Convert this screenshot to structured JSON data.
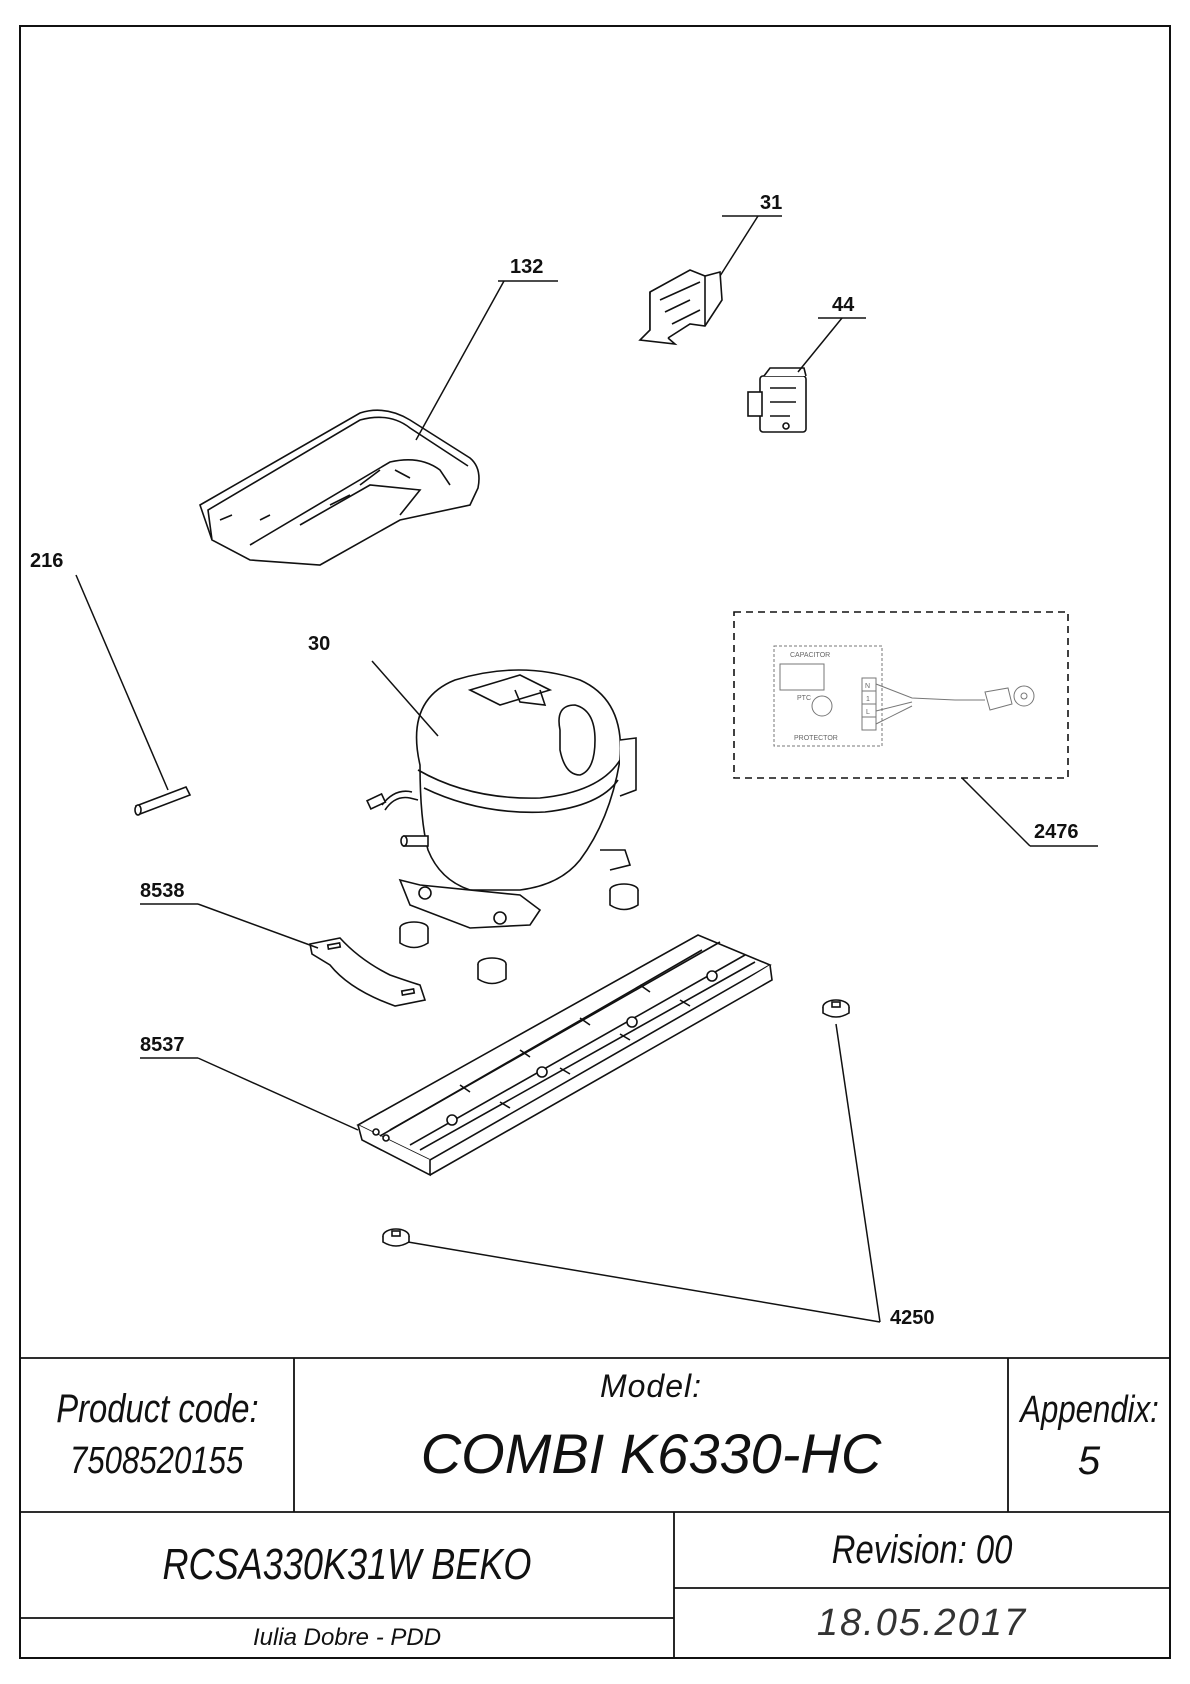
{
  "callouts": [
    {
      "id": "31",
      "text": "31"
    },
    {
      "id": "132",
      "text": "132"
    },
    {
      "id": "44",
      "text": "44"
    },
    {
      "id": "216",
      "text": "216"
    },
    {
      "id": "30",
      "text": "30"
    },
    {
      "id": "2476",
      "text": "2476"
    },
    {
      "id": "8538",
      "text": "8538"
    },
    {
      "id": "8537",
      "text": "8537"
    },
    {
      "id": "4250",
      "text": "4250"
    }
  ],
  "schematic": {
    "capacitor": "CAPACITOR",
    "ptc": "PTC",
    "protector": "PROTECTOR",
    "n": "N",
    "one": "1",
    "l": "L"
  },
  "title_block": {
    "product_code_label": "Product code:",
    "product_code": "7508520155",
    "model_label": "Model:",
    "model": "COMBI K6330-HC",
    "appendix_label": "Appendix:",
    "appendix": "5",
    "variant": "RCSA330K31W BEKO",
    "revision": "Revision: 00",
    "author": "Iulia Dobre - PDD",
    "date": "18.05.2017"
  }
}
